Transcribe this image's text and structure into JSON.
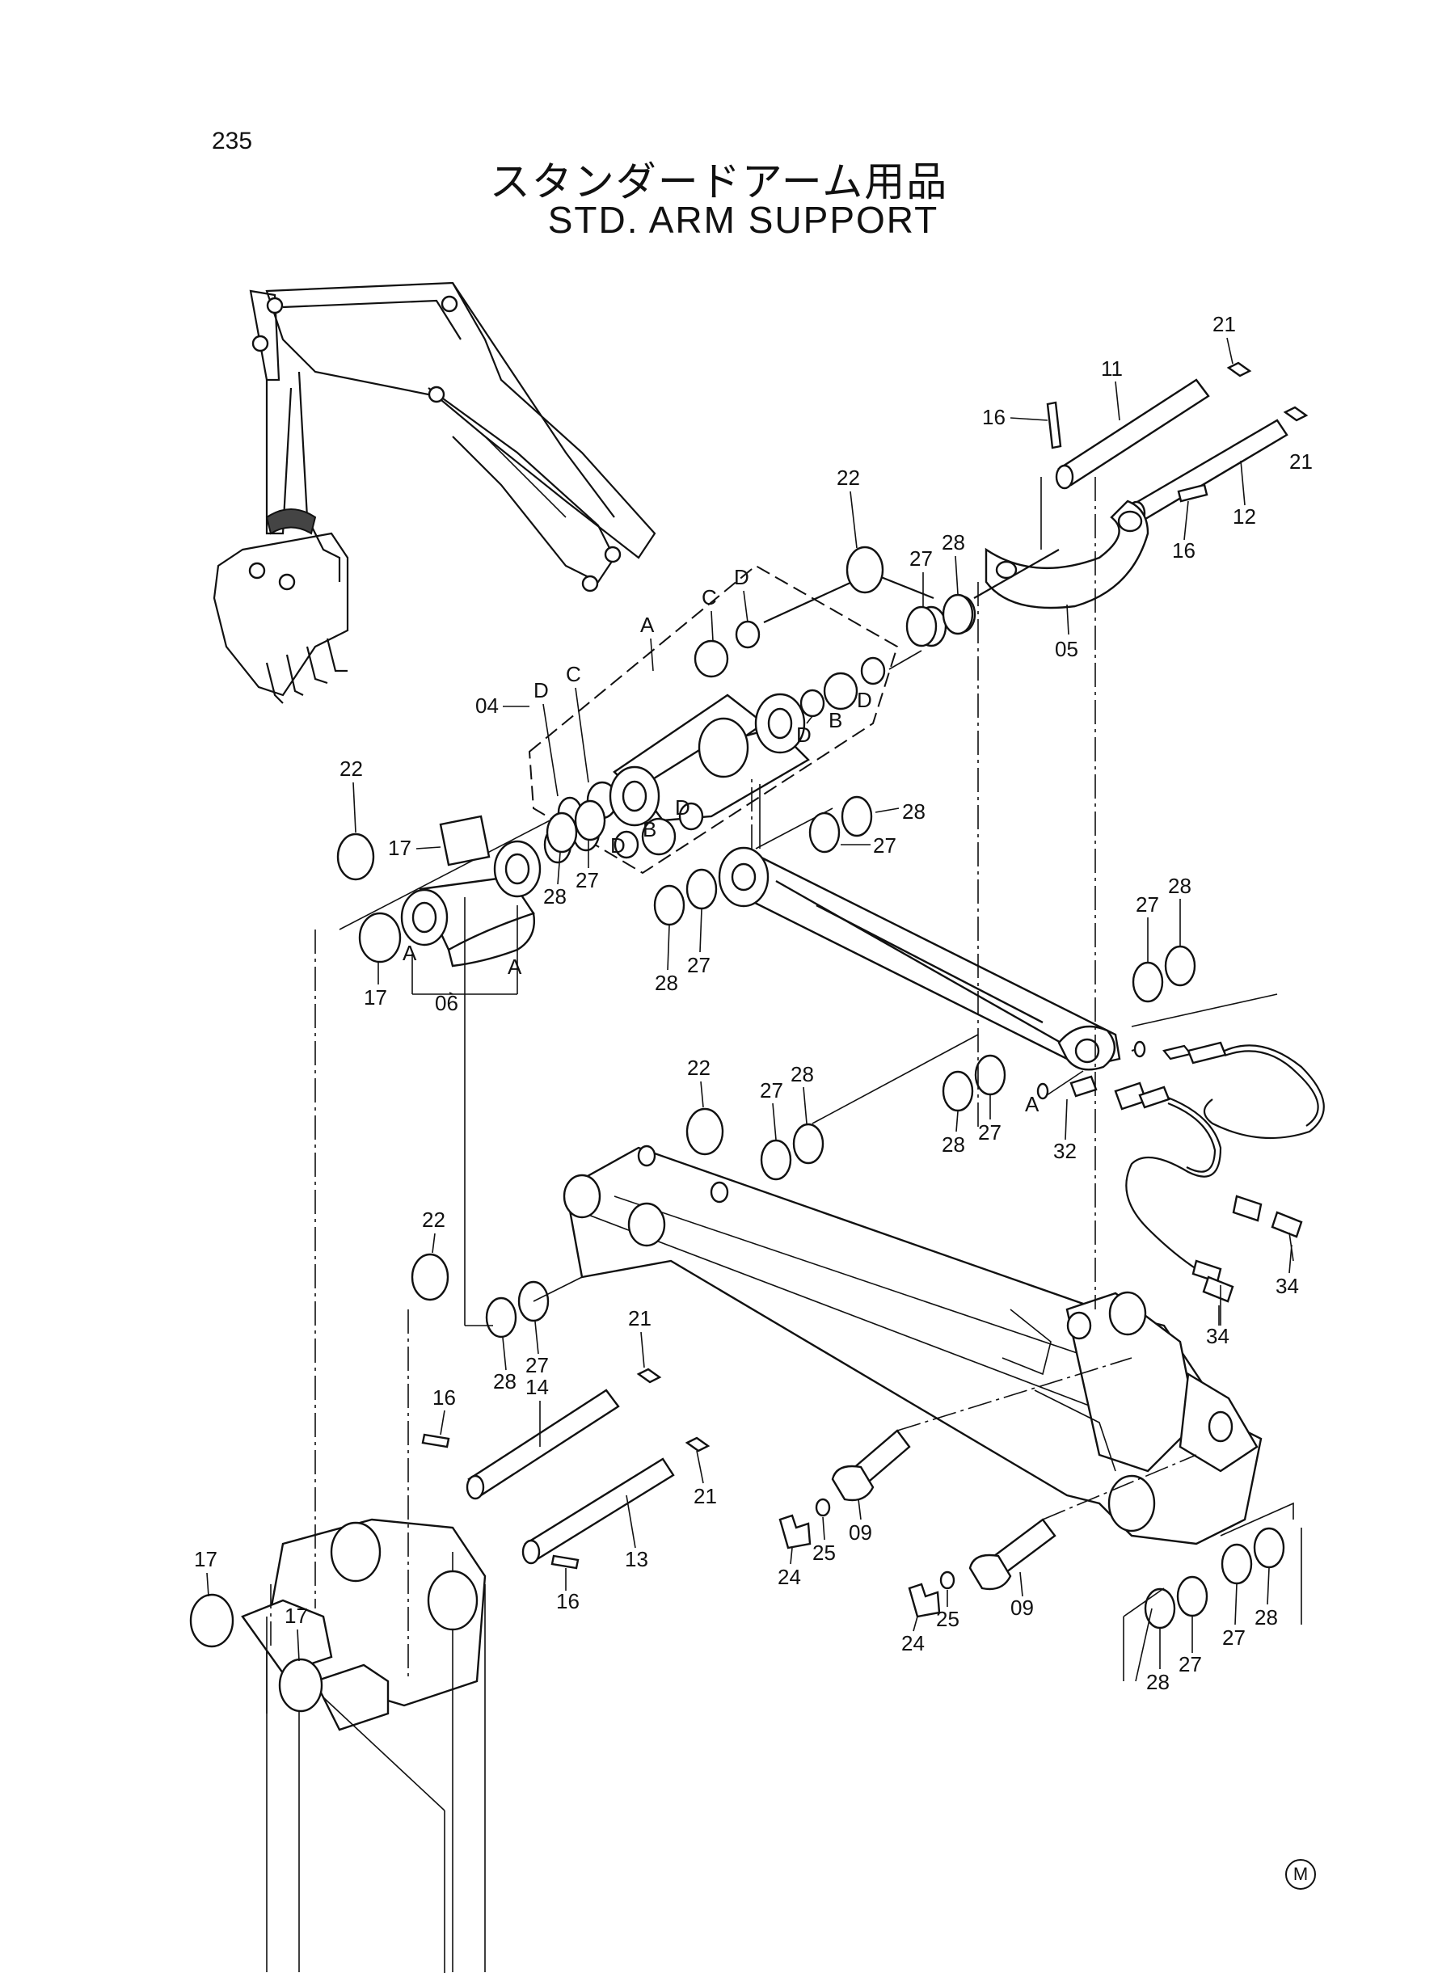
{
  "header": {
    "page_number": "235",
    "title_jp": "スタンダードアーム用品",
    "title_en": "STD. ARM SUPPORT"
  },
  "footer": {
    "mark": "M"
  },
  "callouts": {
    "c22a": "22",
    "c21a": "21",
    "c11": "11",
    "c16a": "16",
    "c21b": "21",
    "c12": "12",
    "c16b": "16",
    "c27a": "27",
    "c28a": "28",
    "c05": "05",
    "cA1": "A",
    "cC1": "C",
    "cD1": "D",
    "cD2": "D",
    "cC2": "C",
    "c04": "04",
    "cD3": "D",
    "cB1": "B",
    "cD4": "D",
    "cD5": "D",
    "cB2": "B",
    "cD6": "D",
    "c22b": "22",
    "c17a": "17",
    "c28b": "28",
    "c27b": "27",
    "cA2": "A",
    "cA3": "A",
    "c17b": "17",
    "c06": "06",
    "c28c": "28",
    "c27c": "27",
    "c28d": "28",
    "c27d": "27",
    "c27e": "27",
    "c28e": "28",
    "c22c": "22",
    "c27f": "27",
    "c28f": "28",
    "c28g": "28",
    "c27g": "27",
    "cA4": "A",
    "c32": "32",
    "c34a": "34",
    "c34b": "34",
    "c22d": "22",
    "c28h": "28",
    "c27h": "27",
    "c21c": "21",
    "c16c": "16",
    "c14": "14",
    "c21d": "21",
    "c13": "13",
    "c16d": "16",
    "c24a": "24",
    "c25a": "25",
    "c09a": "09",
    "c24b": "24",
    "c25b": "25",
    "c09b": "09",
    "c17c": "17",
    "c17d": "17",
    "c28i": "28",
    "c27i": "27",
    "c27j": "27",
    "c28j": "28"
  }
}
